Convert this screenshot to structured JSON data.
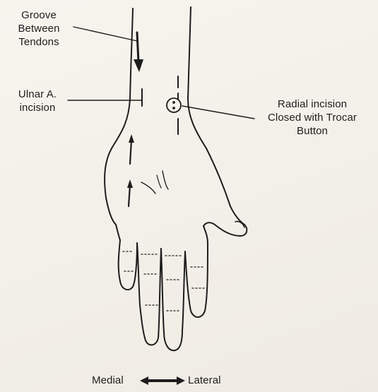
{
  "labels": {
    "groove": [
      "Groove",
      "Between",
      "Tendons"
    ],
    "ulnar": [
      "Ulnar A.",
      "incision"
    ],
    "radial": [
      "Radial incision",
      "Closed with Trocar",
      "Button"
    ],
    "medial": "Medial",
    "lateral": "Lateral"
  },
  "colors": {
    "ink": "#1d1d1d",
    "paper": "#f4f1ea"
  },
  "icons": [
    "double-arrow-icon",
    "trocar-button-icon"
  ]
}
